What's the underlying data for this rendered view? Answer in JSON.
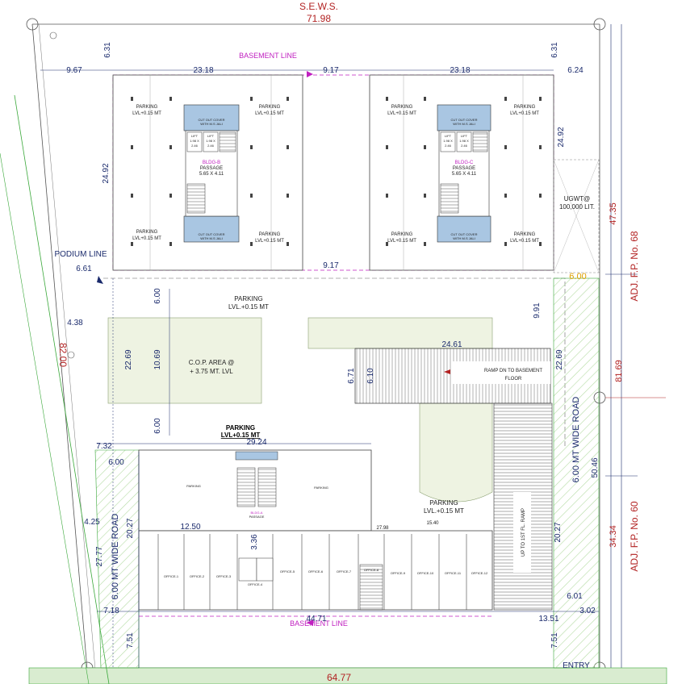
{
  "top_road": {
    "name": "S.E.W.S.",
    "width": "71.98"
  },
  "bottom_width": "64.77",
  "left_dim": "82.00",
  "right_labels": {
    "adj_fp_68": "ADJ. F.P. No. 68",
    "adj_fp_60": "ADJ. F.P. No. 60",
    "dim_47": "47.35",
    "dim_81": "81.69",
    "dim_34": "34.34",
    "dim_600_orange": "6.00"
  },
  "lines": {
    "basement_top": "BASEMENT LINE",
    "basement_bottom": "BASEMENT LINE",
    "podium": "PODIUM LINE"
  },
  "dims": {
    "d967": "9.67",
    "d631a": "6.31",
    "d2318a": "23.18",
    "d917a": "9.17",
    "d2318b": "23.18",
    "d631b": "6.31",
    "d624": "6.24",
    "d2492a": "24.92",
    "d2492b": "24.92",
    "d917b": "9.17",
    "d661": "6.61",
    "d600a": "6.00",
    "d438": "4.38",
    "d991": "9.91",
    "d2269a": "22.69",
    "d1069": "10.69",
    "d2269b": "22.69",
    "d2461": "24.61",
    "d671": "6.71",
    "d610": "6.10",
    "d600b": "6.00",
    "d732": "7.32",
    "d2924": "29.24",
    "d600c": "6.00",
    "d5046": "50.46",
    "d425": "4.25",
    "d2027a": "20.27",
    "d1250": "12.50",
    "d336": "3.36",
    "d2777": "27.77",
    "d2027b": "20.27",
    "d718": "7.18",
    "d4471": "44.71",
    "d1351": "13.51",
    "d601": "6.01",
    "d302": "3.02",
    "d751a": "7.51",
    "d751b": "7.51",
    "d2798": "27.98",
    "d1540": "15.40"
  },
  "labels": {
    "parking": "PARKING",
    "lvl015": "LVL+0.15 MT",
    "parking_lvl": "LVL.+0.15 MT",
    "lift": "LIFT",
    "lift_size": "1.98 X",
    "lift_size2": "2.46",
    "bldg_b": "BLDG-B",
    "bldg_c": "BLDG-C",
    "passage": "PASSAGE",
    "passage_size": "5.65 X 4.11",
    "cutout": "CUT OUT COVER",
    "cutout2": "WITH M.S JALI",
    "ugwt": "UGWT@",
    "ugwt_cap": "100,000 LIT.",
    "cop": "C.O.P. AREA  @",
    "cop_lvl": "+ 3.75 MT. LVL",
    "ramp": "RAMP DN TO BASEMENT",
    "ramp_floor": "FLOOR",
    "parking_bold": "PARKING",
    "parking_bold_lvl": "LVL+0.15 MT",
    "road_right": "6.00 MT WIDE ROAD",
    "road_left": "6.00 MT WIDE ROAD",
    "up_ramp": "UP TO 1ST FL. RAMP",
    "entry": "ENTRY",
    "bldg_a": "BLDG-A",
    "passage_a": "PASSAGE"
  },
  "offices": [
    "OFFICE-1",
    "OFFICE-2",
    "OFFICE-3",
    "OFFICE-4",
    "OFFICE-5",
    "OFFICE-6",
    "OFFICE-7",
    "OFFICE-8",
    "OFFICE-9",
    "OFFICE-10",
    "OFFICE-11",
    "OFFICE-12"
  ],
  "colors": {
    "dim": "#1a2a6c",
    "red": "#b22222",
    "magenta": "#c020c0",
    "green_fill": "#d9ecd0",
    "green_line": "#3aa83a",
    "blue_fill": "#a9c6e2",
    "hatch_fill": "#eef3e2",
    "orange": "#e0a000"
  }
}
